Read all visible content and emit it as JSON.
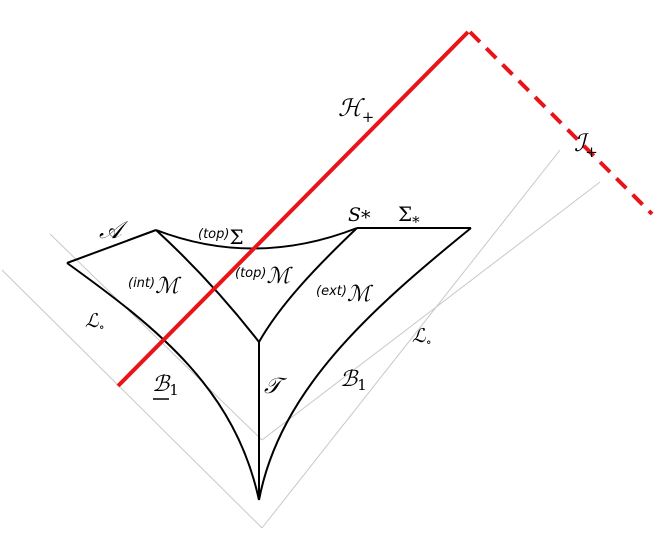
{
  "colors": {
    "background": "#ffffff",
    "curve": "#000000",
    "guide": "#c8c8c8",
    "horizon": "#e8141a"
  },
  "labels": {
    "H_plus": {
      "main": "ℋ",
      "sub": "+"
    },
    "I_plus": {
      "main": "ℐ",
      "sub": "+"
    },
    "A": {
      "main": "𝒜"
    },
    "top_sigma": {
      "sup": "(top)",
      "main": "Σ"
    },
    "S_star": {
      "main": "S",
      "sub": "*"
    },
    "Sigma_star": {
      "main": "Σ",
      "sub": "*"
    },
    "int_M": {
      "sup": "(int)",
      "main": "ℳ"
    },
    "top_M": {
      "sup": "(top)",
      "main": "ℳ"
    },
    "ext_M": {
      "sup": "(ext)",
      "main": "ℳ"
    },
    "L_left": {
      "main": "ℒ",
      "sub": "∘"
    },
    "L_right": {
      "main": "ℒ",
      "sub": "∘"
    },
    "B1_under": {
      "main": "ℬ",
      "sub": "1"
    },
    "T": {
      "main": "𝒯"
    },
    "B1_right": {
      "main": "ℬ",
      "sub": "1"
    }
  }
}
